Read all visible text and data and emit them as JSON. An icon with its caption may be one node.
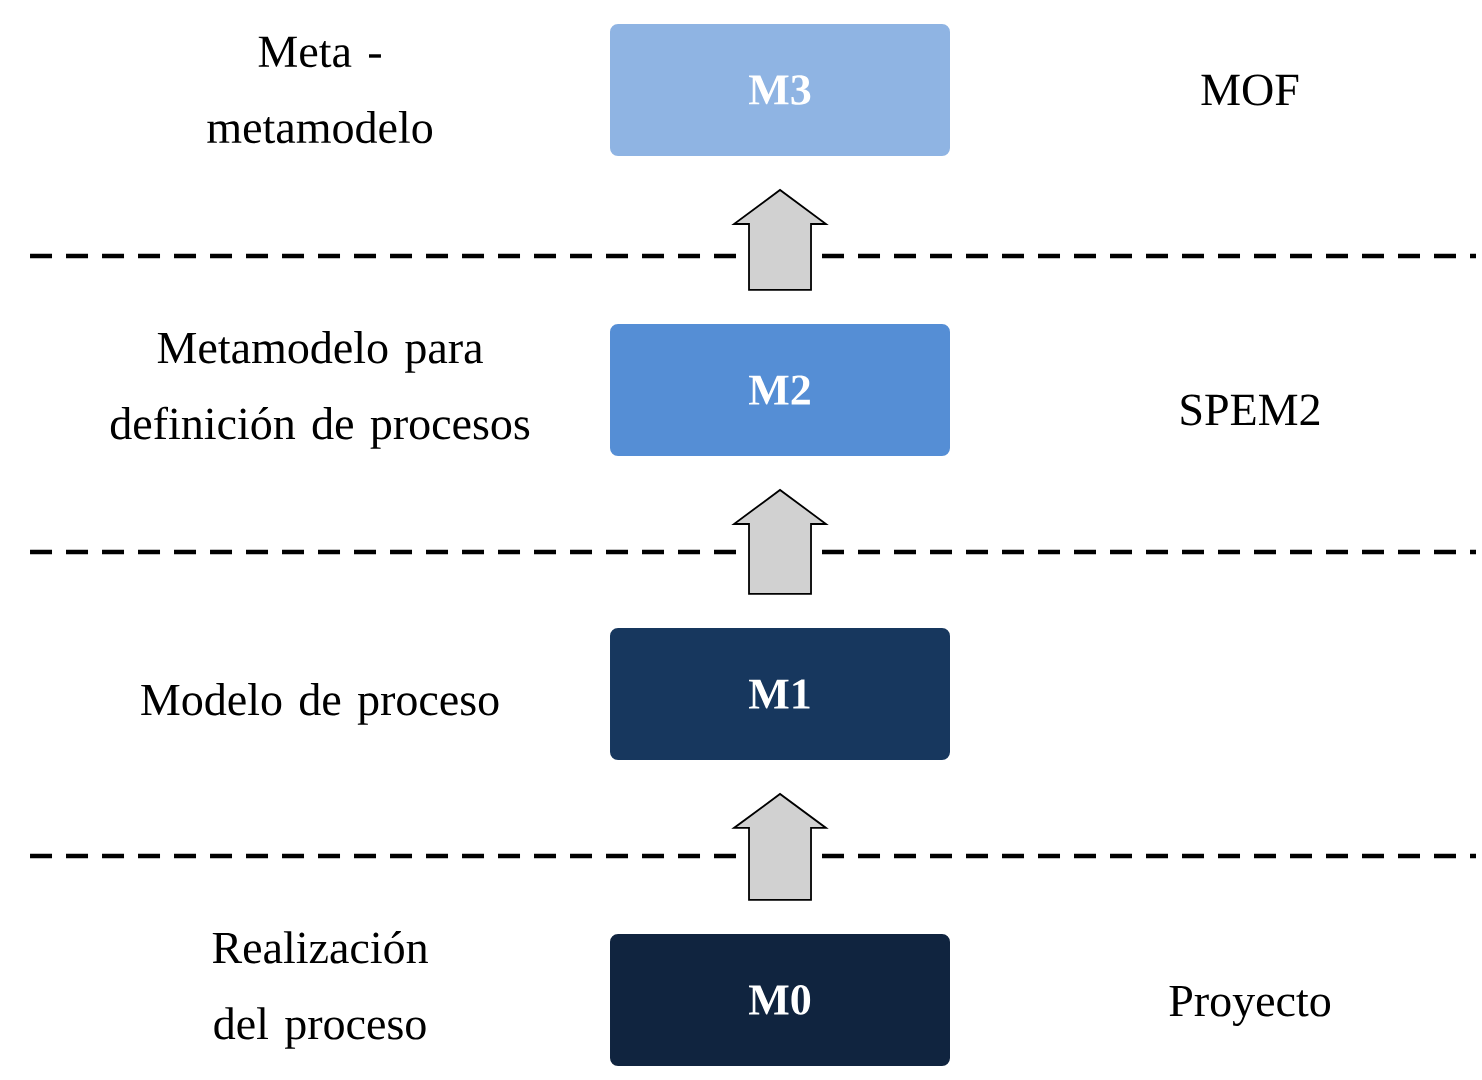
{
  "diagram": {
    "nodes": [
      {
        "text": [
          "M3"
        ]
      },
      {
        "text": [
          "M2"
        ]
      },
      {
        "text": [
          "M1"
        ]
      },
      {
        "text": [
          "M0"
        ]
      }
    ],
    "edges": [
      {
        "from": 3,
        "to": 2,
        "arrow": "to"
      },
      {
        "from": 2,
        "to": 1,
        "arrow": "to"
      },
      {
        "from": 1,
        "to": 0,
        "arrow": "to"
      }
    ],
    "labels": [
      "Meta - metamodelo",
      "MOF",
      "Metamodelo para definición de procesos",
      "SPEM2",
      "Modelo de proceso",
      "Realización del proceso",
      "Proyecto"
    ]
  }
}
